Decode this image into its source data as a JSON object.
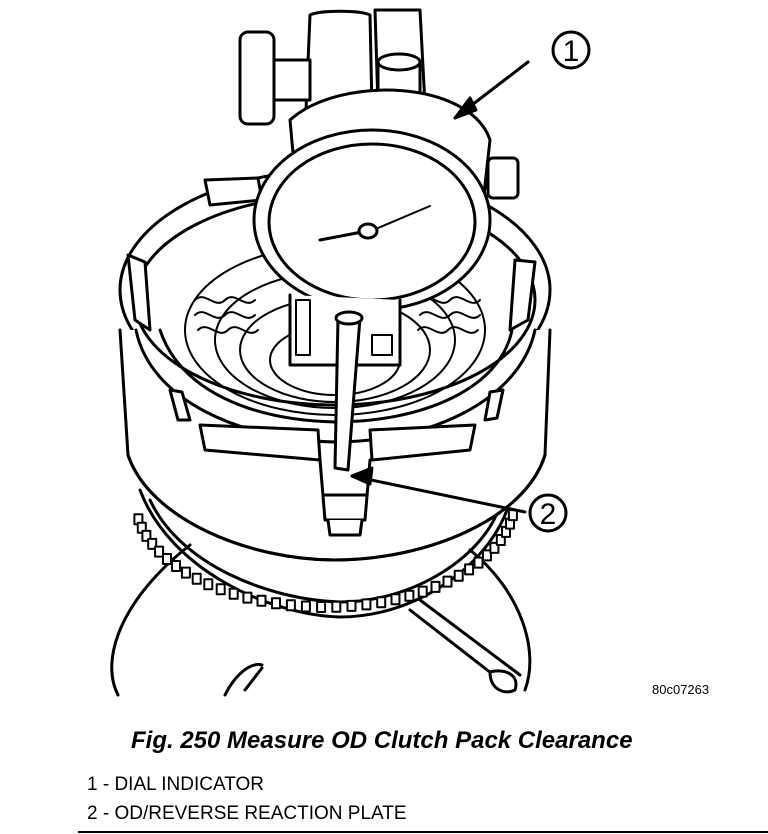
{
  "figure": {
    "code": "80c07263",
    "caption": "Fig. 250 Measure OD Clutch Pack Clearance"
  },
  "callouts": [
    {
      "number": "1",
      "label": "1 - DIAL INDICATOR"
    },
    {
      "number": "2",
      "label": "2 - OD/REVERSE REACTION PLATE"
    }
  ]
}
